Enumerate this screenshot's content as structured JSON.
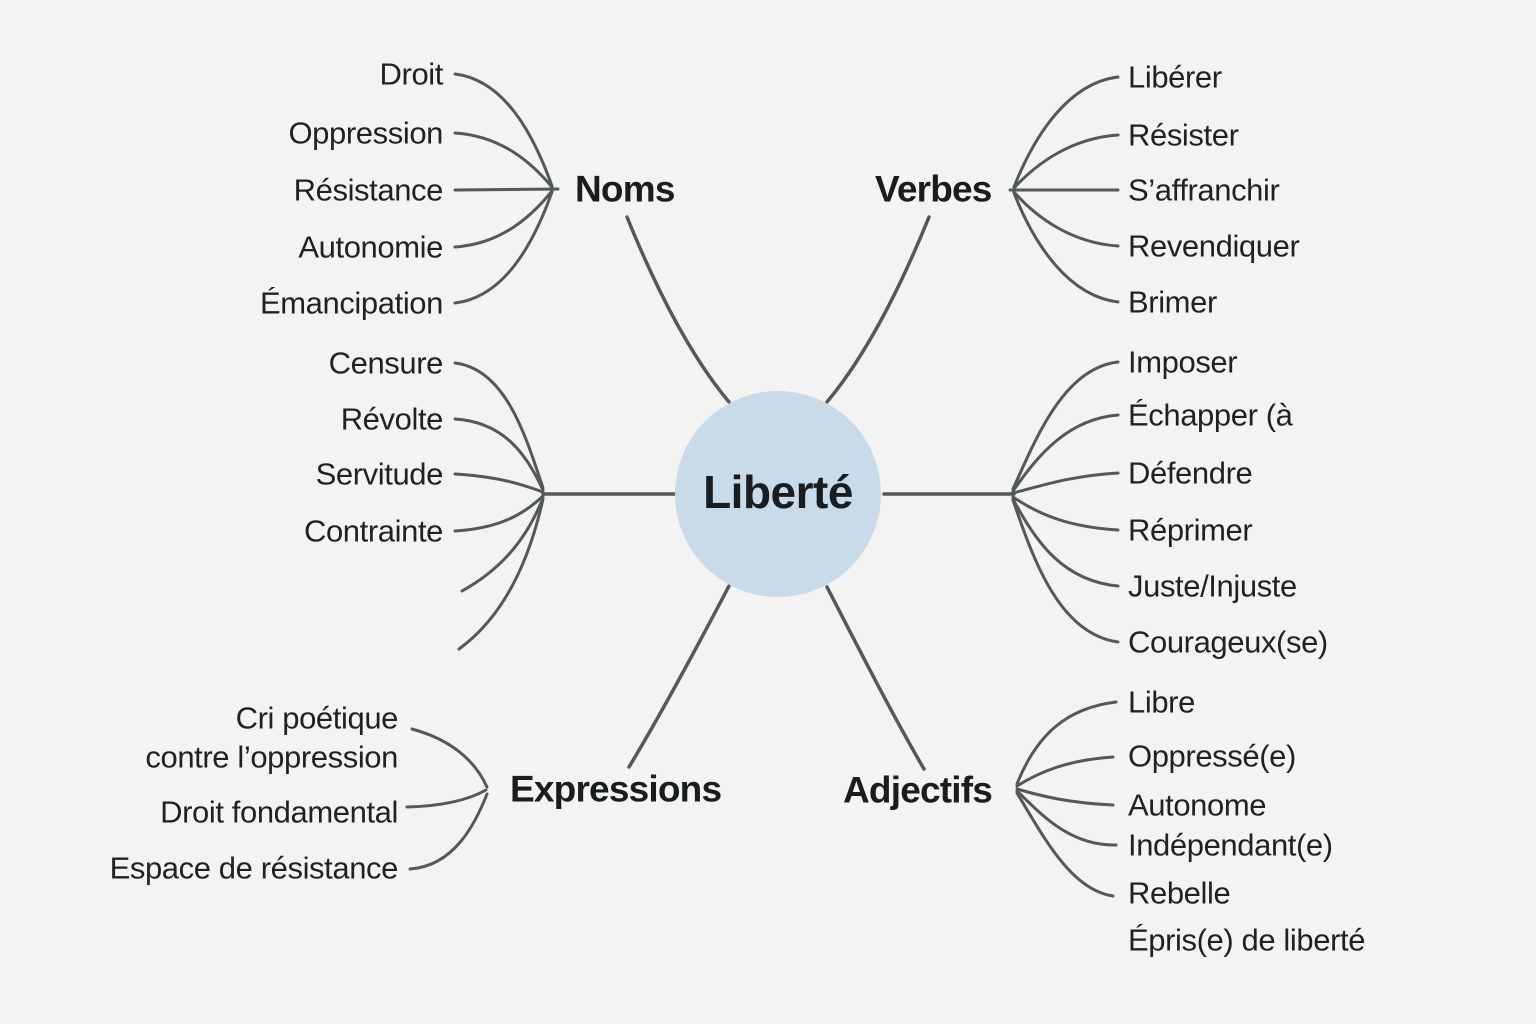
{
  "colors": {
    "background": "#f3f3f1",
    "node_fill": "#c9dbe9",
    "line": "#53585c",
    "text": "#1e2225",
    "label_text": "#1a1d20"
  },
  "center": {
    "label": "Liberté"
  },
  "branches": {
    "noms": {
      "label": "Noms",
      "items": [
        "Droit",
        "Oppression",
        "Résistance",
        "Autonomie",
        "Émancipation"
      ]
    },
    "verbes": {
      "label": "Verbes",
      "items": [
        "Libérer",
        "Résister",
        "S’affranchir",
        "Revendiquer",
        "Brimer"
      ]
    },
    "gauche": {
      "items": [
        "Censure",
        "Révolte",
        "Servitude",
        "Contrainte"
      ]
    },
    "droite": {
      "items": [
        "Imposer",
        "Échapper (à",
        "Défendre",
        "Réprimer",
        "Juste/Injuste",
        "Courageux(se)"
      ]
    },
    "expressions": {
      "label": "Expressions",
      "items": [
        {
          "line1": "Cri poétique",
          "line2": "contre l’oppression"
        },
        {
          "text": "Droit fondamental"
        },
        {
          "text": "Espace de résistance"
        }
      ]
    },
    "adjectifs": {
      "label": "Adjectifs",
      "items": [
        "Libre",
        "Oppressé(e)",
        "Autonome",
        "Indépendant(e)",
        "Rebelle",
        "Épris(e) de liberté"
      ]
    }
  }
}
